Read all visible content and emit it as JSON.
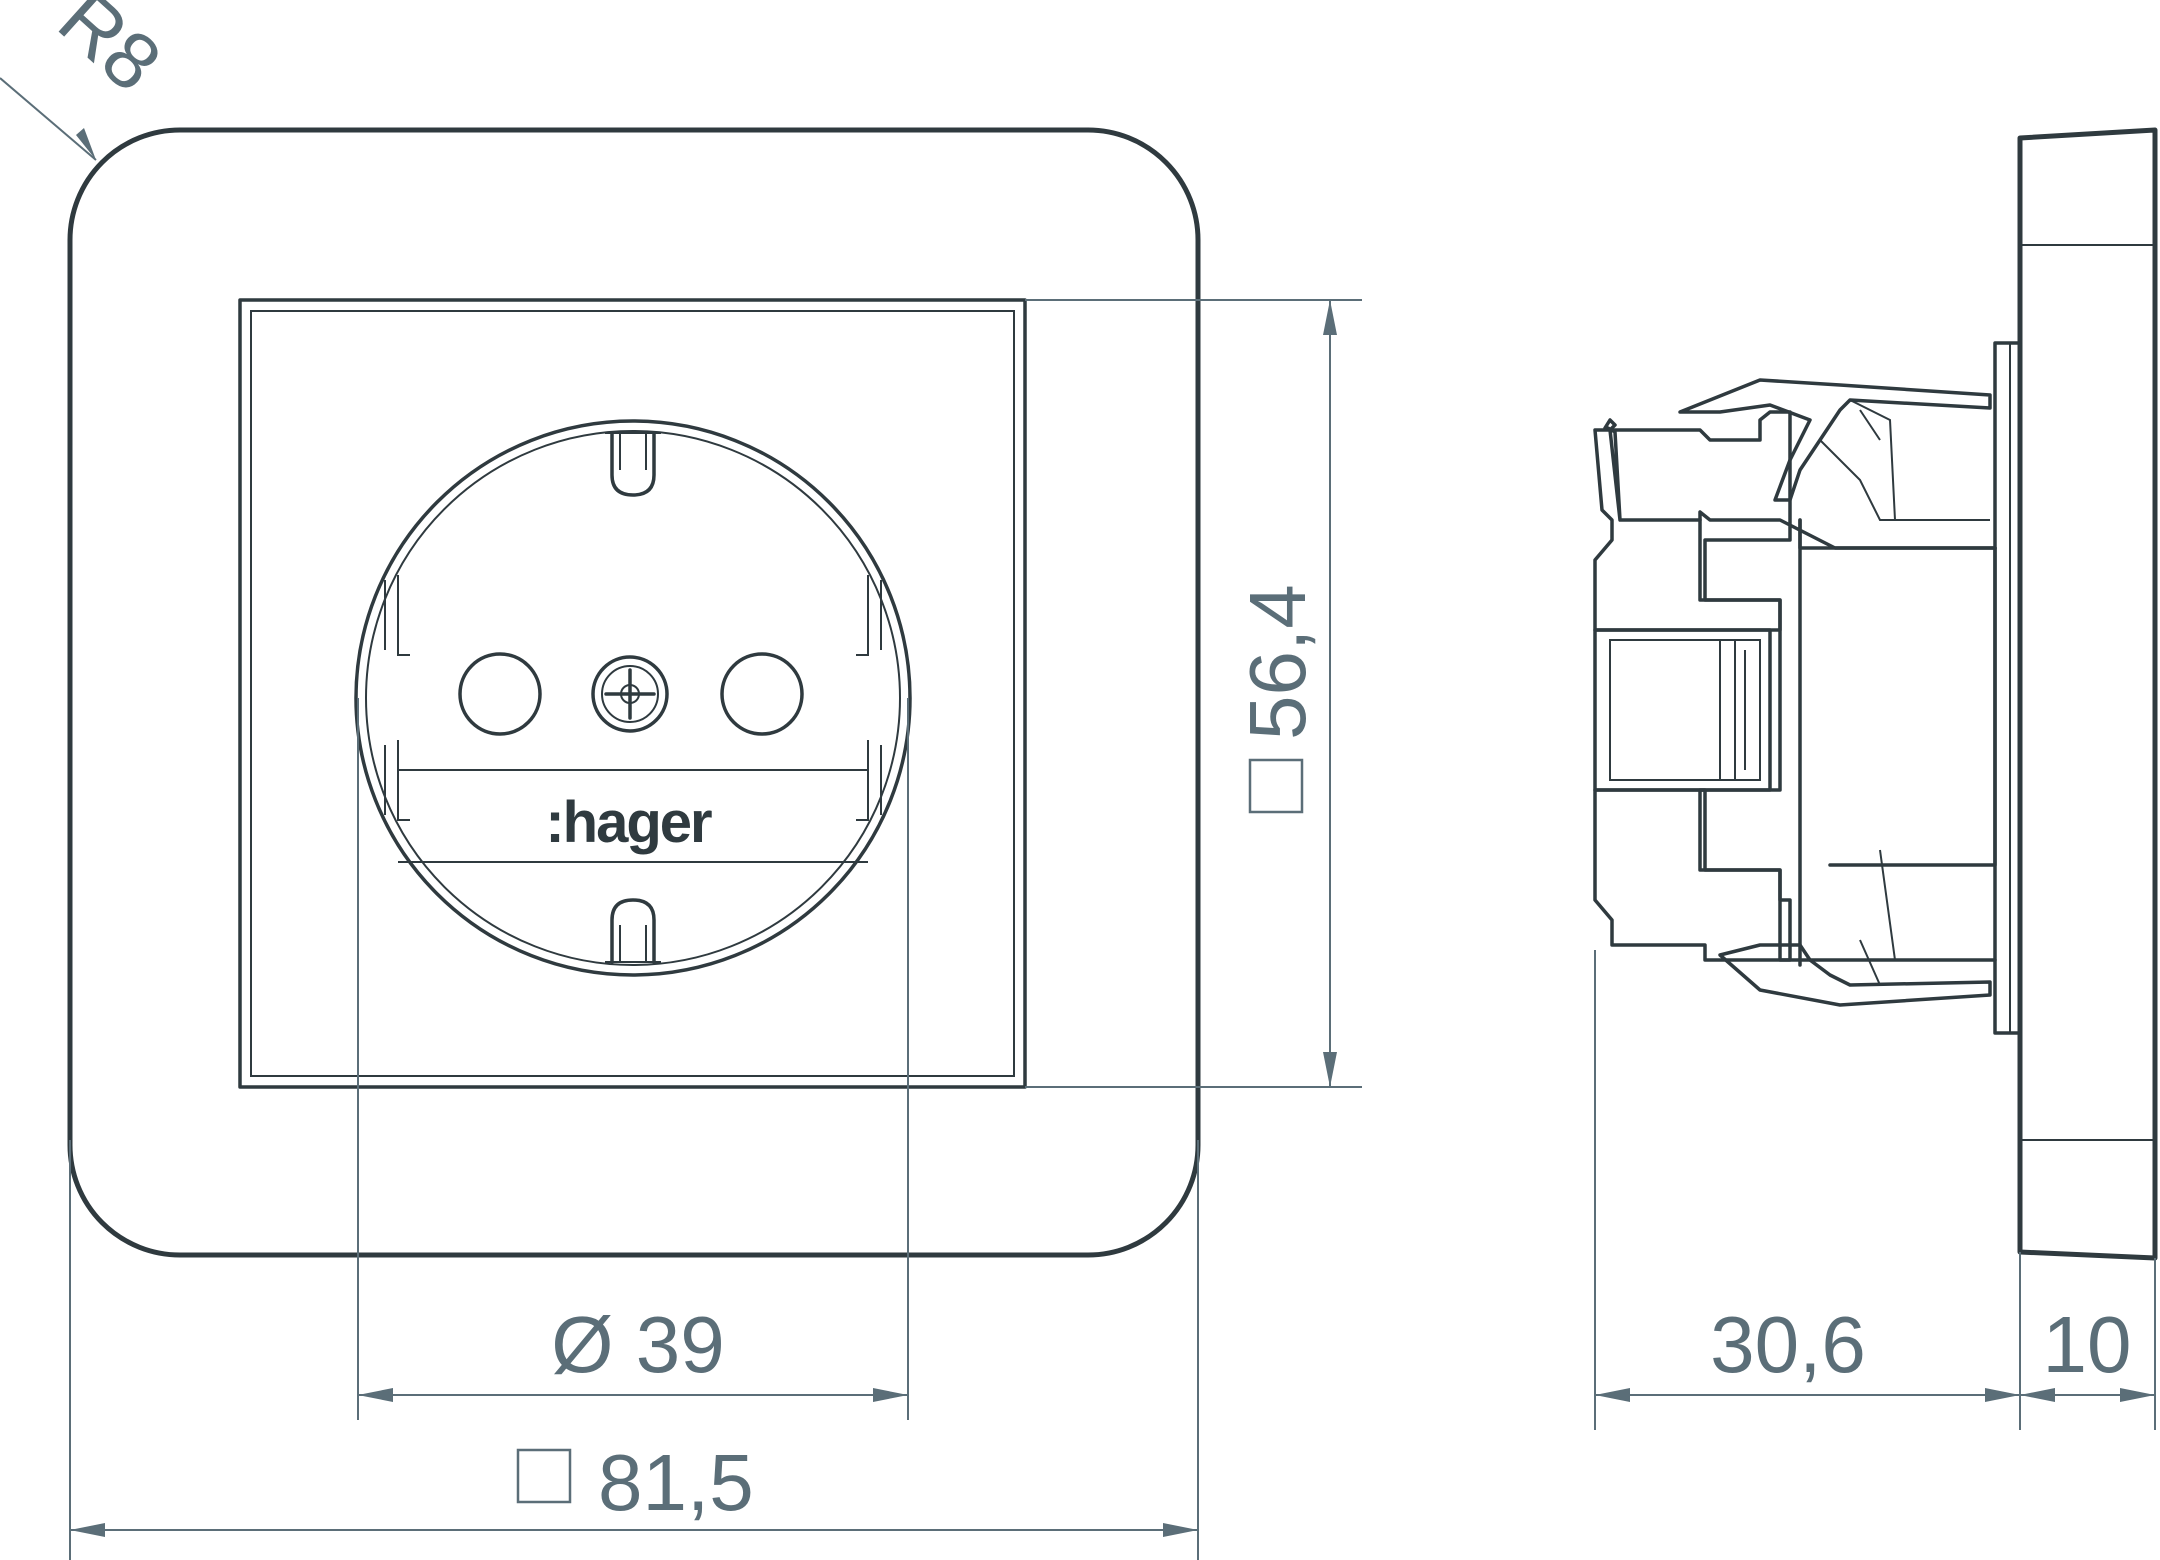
{
  "brand_text": ":hager",
  "dimensions": {
    "radius": "R8",
    "socket_diameter": "Ø 39",
    "frame_width": "81,5",
    "insert_height": "56,4",
    "depth": "30,6",
    "frame_depth": "10"
  },
  "colors": {
    "line": "#2f3a3f",
    "dimension": "#5b6e78",
    "background": "#ffffff"
  }
}
